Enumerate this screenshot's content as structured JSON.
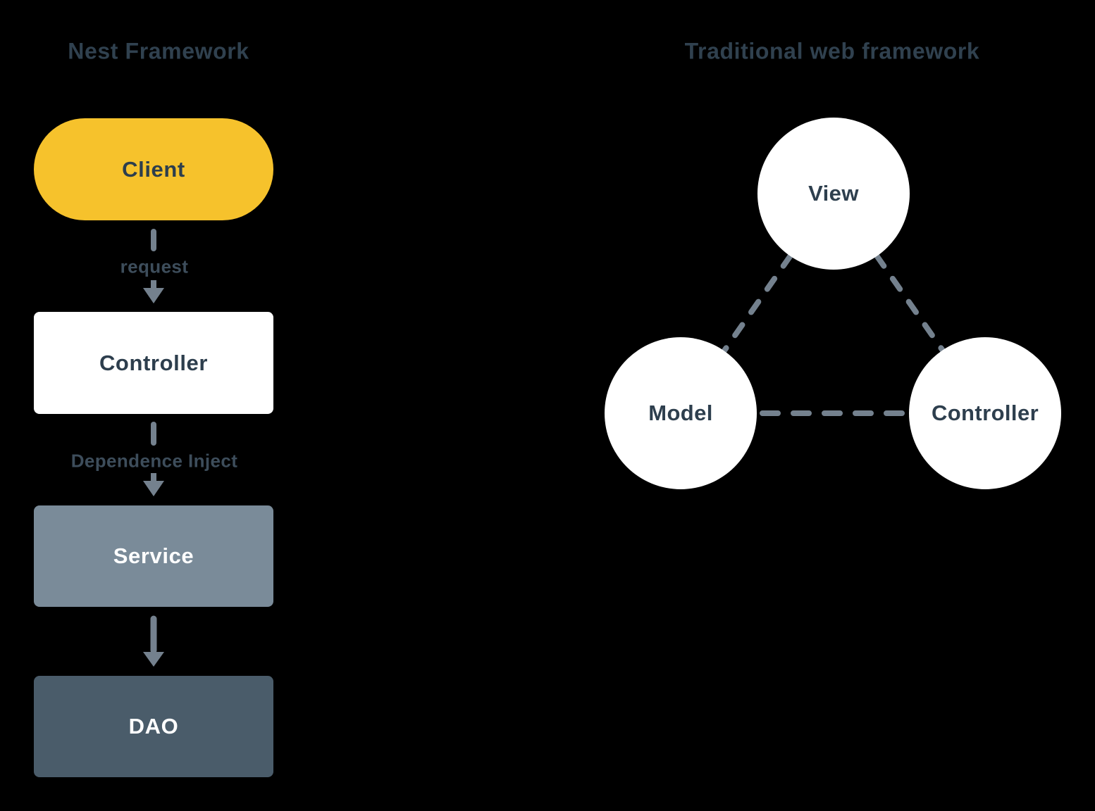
{
  "left_panel": {
    "title": "Nest Framework",
    "client_label": "Client",
    "controller_label": "Controller",
    "service_label": "Service",
    "dao_label": "DAO",
    "request_label": "request",
    "inject_label": "Dependence Inject"
  },
  "right_panel": {
    "title": "Traditional web framework",
    "view_label": "View",
    "model_label": "Model",
    "controller_label": "Controller"
  },
  "colors": {
    "background": "#000000",
    "client_fill": "#F6C22C",
    "controller_fill": "#FFFFFF",
    "service_fill": "#7A8B99",
    "dao_fill": "#4A5C6A",
    "right_node_fill": "#FFFFFF",
    "connector": "#74818E",
    "title_text": "#30414F",
    "dark_label_text": "#2D3E4D",
    "light_label_text": "#FFFFFF",
    "connector_label_text": "#3D4D5B"
  }
}
